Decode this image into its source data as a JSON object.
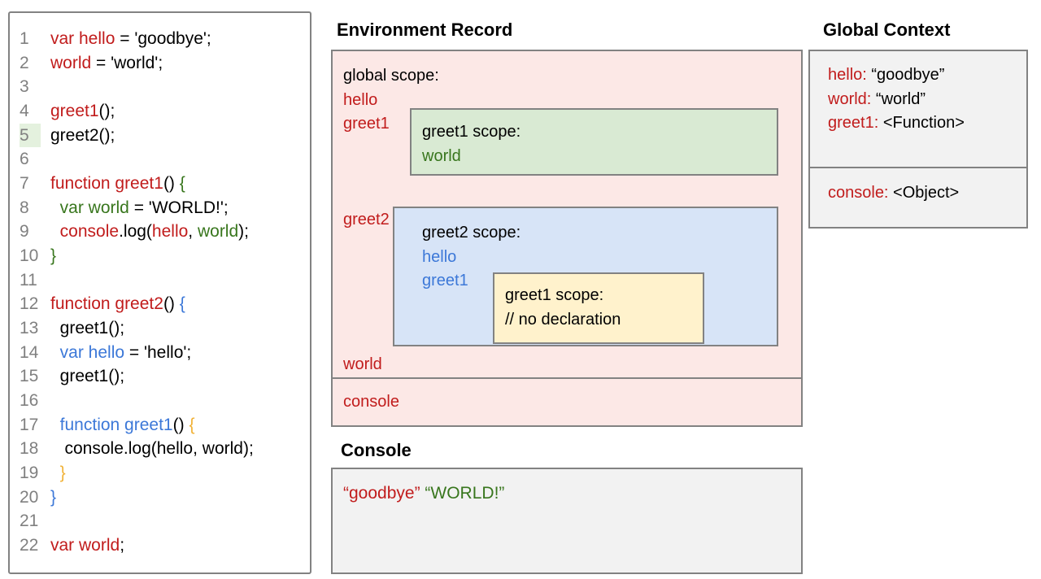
{
  "palette": {
    "red": "#c11c1c",
    "green": "#38761d",
    "blue": "#3c78d8",
    "yellow": "#f1b237",
    "pink_bg": "#fce8e6",
    "green_bg": "#d9ead3",
    "blue_bg": "#d7e4f7",
    "yellow_bg": "#fff2cc",
    "gray_bg": "#f2f2f2",
    "highlight_bg": "#e4f1de",
    "border": "#828282"
  },
  "editor": {
    "lines": [
      {
        "num": "1",
        "highlight": false,
        "tokens": [
          {
            "t": "var hello",
            "c": "red"
          },
          {
            "t": " = 'goodbye';",
            "c": "black"
          }
        ]
      },
      {
        "num": "2",
        "highlight": false,
        "tokens": [
          {
            "t": "world",
            "c": "red"
          },
          {
            "t": " = 'world';",
            "c": "black"
          }
        ]
      },
      {
        "num": "3",
        "highlight": false,
        "tokens": []
      },
      {
        "num": "4",
        "highlight": false,
        "tokens": [
          {
            "t": "greet1",
            "c": "red"
          },
          {
            "t": "();",
            "c": "black"
          }
        ]
      },
      {
        "num": "5",
        "highlight": true,
        "tokens": [
          {
            "t": "greet2();",
            "c": "black"
          }
        ]
      },
      {
        "num": "6",
        "highlight": false,
        "tokens": []
      },
      {
        "num": "7",
        "highlight": false,
        "tokens": [
          {
            "t": "function greet1",
            "c": "red"
          },
          {
            "t": "() ",
            "c": "black"
          },
          {
            "t": "{",
            "c": "green"
          }
        ]
      },
      {
        "num": "8",
        "highlight": false,
        "tokens": [
          {
            "t": "  ",
            "c": "black"
          },
          {
            "t": "var world",
            "c": "green"
          },
          {
            "t": " = 'WORLD!';",
            "c": "black"
          }
        ]
      },
      {
        "num": "9",
        "highlight": false,
        "tokens": [
          {
            "t": "  ",
            "c": "black"
          },
          {
            "t": "console",
            "c": "red"
          },
          {
            "t": ".log(",
            "c": "black"
          },
          {
            "t": "hello",
            "c": "red"
          },
          {
            "t": ", ",
            "c": "black"
          },
          {
            "t": "world",
            "c": "green"
          },
          {
            "t": ");",
            "c": "black"
          }
        ]
      },
      {
        "num": "10",
        "highlight": false,
        "tokens": [
          {
            "t": "}",
            "c": "green"
          }
        ]
      },
      {
        "num": "11",
        "highlight": false,
        "tokens": []
      },
      {
        "num": "12",
        "highlight": false,
        "tokens": [
          {
            "t": "function greet2",
            "c": "red"
          },
          {
            "t": "() ",
            "c": "black"
          },
          {
            "t": "{",
            "c": "blue"
          }
        ]
      },
      {
        "num": "13",
        "highlight": false,
        "tokens": [
          {
            "t": "  greet1();",
            "c": "black"
          }
        ]
      },
      {
        "num": "14",
        "highlight": false,
        "tokens": [
          {
            "t": "  ",
            "c": "black"
          },
          {
            "t": "var hello",
            "c": "blue"
          },
          {
            "t": " = 'hello';",
            "c": "black"
          }
        ]
      },
      {
        "num": "15",
        "highlight": false,
        "tokens": [
          {
            "t": "  greet1();",
            "c": "black"
          }
        ]
      },
      {
        "num": "16",
        "highlight": false,
        "tokens": []
      },
      {
        "num": "17",
        "highlight": false,
        "tokens": [
          {
            "t": "  ",
            "c": "black"
          },
          {
            "t": "function greet1",
            "c": "blue"
          },
          {
            "t": "() ",
            "c": "black"
          },
          {
            "t": "{",
            "c": "yellow"
          }
        ]
      },
      {
        "num": "18",
        "highlight": false,
        "tokens": [
          {
            "t": "   console.log(hello, world);",
            "c": "black"
          }
        ]
      },
      {
        "num": "19",
        "highlight": false,
        "tokens": [
          {
            "t": "  ",
            "c": "black"
          },
          {
            "t": "}",
            "c": "yellow"
          }
        ]
      },
      {
        "num": "20",
        "highlight": false,
        "tokens": [
          {
            "t": "}",
            "c": "blue"
          }
        ]
      },
      {
        "num": "21",
        "highlight": false,
        "tokens": []
      },
      {
        "num": "22",
        "highlight": false,
        "tokens": [
          {
            "t": "var world",
            "c": "red"
          },
          {
            "t": ";",
            "c": "black"
          }
        ]
      }
    ]
  },
  "environment_record": {
    "title": "Environment Record",
    "global_scope": {
      "label": "global scope:",
      "members_top": [
        {
          "t": "hello",
          "c": "red"
        },
        {
          "t": "greet1",
          "c": "red"
        }
      ],
      "member_mid": {
        "t": "greet2",
        "c": "red"
      },
      "member_bottom": {
        "t": "world",
        "c": "red"
      },
      "console_member": {
        "t": "console",
        "c": "red"
      }
    },
    "greet1_scope": {
      "label": "greet1 scope:",
      "members": [
        {
          "t": "world",
          "c": "green"
        }
      ]
    },
    "greet2_scope": {
      "label": "greet2 scope:",
      "members": [
        {
          "t": "hello",
          "c": "blue"
        },
        {
          "t": "greet1",
          "c": "blue"
        }
      ]
    },
    "inner_greet1_scope": {
      "label": "greet1 scope:",
      "members": [
        {
          "t": "// no declaration",
          "c": "black"
        }
      ]
    }
  },
  "console_panel": {
    "title": "Console",
    "output": [
      {
        "t": "“goodbye”",
        "c": "red"
      },
      {
        "t": "“WORLD!”",
        "c": "green"
      }
    ]
  },
  "global_context": {
    "title": "Global Context",
    "box1": [
      {
        "name": "hello:",
        "value": " “goodbye”"
      },
      {
        "name": "world:",
        "value": " “world”"
      },
      {
        "name": "greet1:",
        "value": " <Function>"
      }
    ],
    "box2": [
      {
        "name": "console:",
        "value": " <Object>"
      }
    ]
  }
}
